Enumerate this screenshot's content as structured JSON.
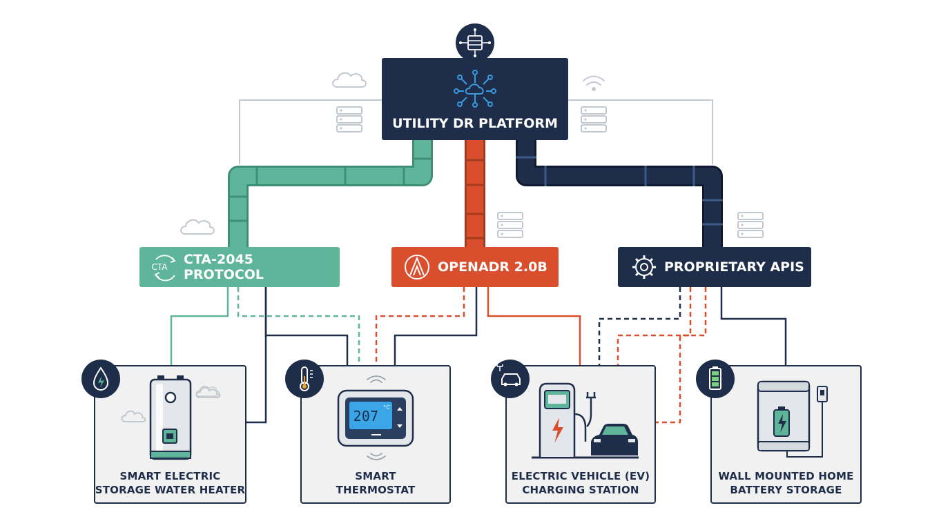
{
  "platform": {
    "title": "UTILITY DR PLATFORM"
  },
  "protocols": [
    {
      "label": "CTA-2045 PROTOCOL",
      "badge": "CTA",
      "color": "#5fb59a"
    },
    {
      "label": "OPENADR 2.0B",
      "color": "#d94e2c"
    },
    {
      "label": "PROPRIETARY APIS",
      "color": "#1e2d4a"
    }
  ],
  "devices": [
    {
      "line1": "SMART ELECTRIC",
      "line2": "STORAGE WATER HEATER",
      "icon": "water-drop-bolt-icon"
    },
    {
      "line1": "SMART",
      "line2": "THERMOSTAT",
      "icon": "thermometer-icon",
      "display": "207",
      "unit": "°C"
    },
    {
      "line1": "ELECTRIC VEHICLE (EV)",
      "line2": "CHARGING STATION",
      "icon": "ev-car-icon"
    },
    {
      "line1": "WALL MOUNTED HOME",
      "line2": "BATTERY STORAGE",
      "icon": "battery-icon"
    }
  ],
  "colors": {
    "navy": "#1e2d4a",
    "teal": "#5fb59a",
    "orange": "#d94e2c",
    "blue": "#1a6dab",
    "panel": "#f1f1f1",
    "gray": "#c2c8cf"
  }
}
